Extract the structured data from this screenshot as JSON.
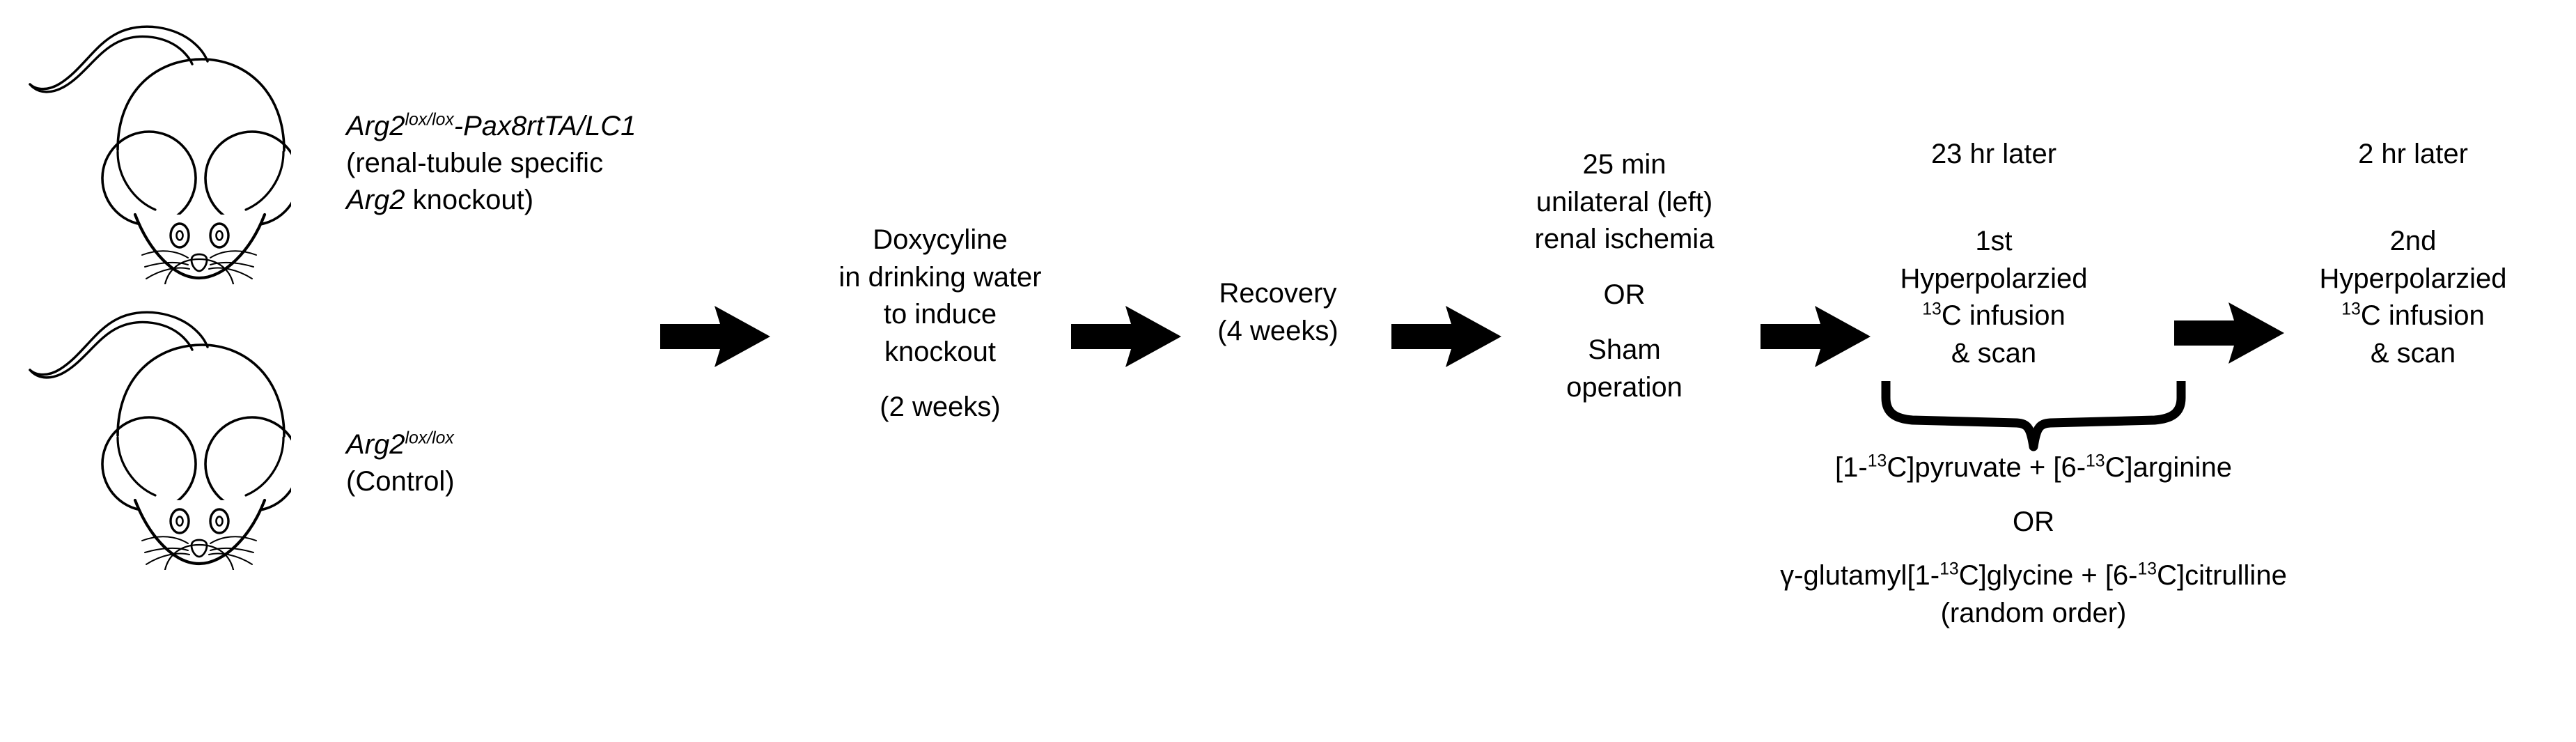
{
  "figure": {
    "type": "experimental-workflow-diagram",
    "subject": "Hyperpolarized 13C renal ischemia study in Arg2 knockout mice",
    "stroke_color": "#000000",
    "background_color": "#ffffff"
  },
  "animals": [
    {
      "icon": "mouse-icon",
      "genotype_base": "Arg2",
      "genotype_sup": "lox/lox",
      "genotype_suffix": "-Pax8rtTA/LC1",
      "description_line1": "(renal-tubule specific",
      "description_line2_italic": "Arg2",
      "description_line2_rest": " knockout)"
    },
    {
      "icon": "mouse-icon",
      "genotype_base": "Arg2",
      "genotype_sup": "lox/lox",
      "genotype_suffix": "",
      "description_line1": "(Control)",
      "description_line2_italic": "",
      "description_line2_rest": ""
    }
  ],
  "steps": [
    {
      "name": "doxycycline",
      "lines": [
        "Doxycyline",
        "in drinking water",
        "to induce",
        "knockout"
      ],
      "duration": "(2 weeks)"
    },
    {
      "name": "recovery",
      "lines": [
        "Recovery"
      ],
      "duration": "(4 weeks)"
    },
    {
      "name": "surgery",
      "lines": [
        "25 min",
        "unilateral (left)",
        "renal ischemia"
      ],
      "separator": "OR",
      "alt_lines": [
        "Sham",
        "operation"
      ]
    },
    {
      "name": "first-scan",
      "timing": "23 hr later",
      "ordinal": "1st",
      "title": "Hyperpolarzied",
      "isotope_sup": "13",
      "isotope_line": "C infusion",
      "last_line": "& scan"
    },
    {
      "name": "second-scan",
      "timing": "2 hr later",
      "ordinal": "2nd",
      "title": "Hyperpolarzied",
      "isotope_sup": "13",
      "isotope_line": "C infusion",
      "last_line": "& scan"
    }
  ],
  "arrows": [
    {
      "name": "arrow-to-doxycycline"
    },
    {
      "name": "arrow-to-recovery"
    },
    {
      "name": "arrow-to-surgery"
    },
    {
      "name": "arrow-to-first-scan"
    },
    {
      "name": "arrow-to-second-scan"
    }
  ],
  "agents": {
    "brace": "downward-curly-brace",
    "option_a": {
      "pre": "[1-",
      "sup1": "13",
      "mid": "C]pyruvate + [6-",
      "sup2": "13",
      "post": "C]arginine"
    },
    "separator": "OR",
    "option_b": {
      "pre": "γ-glutamyl[1-",
      "sup1": "13",
      "mid": "C]glycine + [6-",
      "sup2": "13",
      "post": "C]citrulline"
    },
    "note": "(random order)"
  }
}
